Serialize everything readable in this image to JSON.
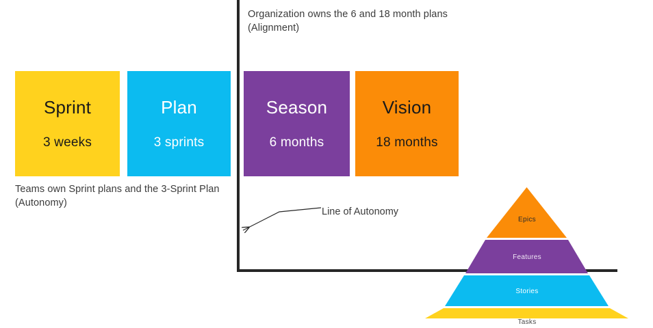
{
  "notes": {
    "alignment": "Organization owns the 6 and 18 month plans\n(Alignment)",
    "autonomy": "Teams own Sprint plans and the 3-Sprint Plan\n(Autonomy)",
    "line_of_autonomy": "Line of Autonomy"
  },
  "boxes": [
    {
      "key": "sprint",
      "title": "Sprint",
      "subtitle": "3 weeks",
      "color": "#FFD21E",
      "text_color": "#1a1a1a"
    },
    {
      "key": "plan",
      "title": "Plan",
      "subtitle": "3 sprints",
      "color": "#0CBBF0",
      "text_color": "#ffffff"
    },
    {
      "key": "season",
      "title": "Season",
      "subtitle": "6 months",
      "color": "#7B3F9D",
      "text_color": "#ffffff"
    },
    {
      "key": "vision",
      "title": "Vision",
      "subtitle": "18 months",
      "color": "#FB8C08",
      "text_color": "#1a1a1a"
    }
  ],
  "pyramid": {
    "levels": [
      {
        "key": "epics",
        "label": "Epics",
        "color": "#FB8C08"
      },
      {
        "key": "features",
        "label": "Features",
        "color": "#7B3F9D"
      },
      {
        "key": "stories",
        "label": "Stories",
        "color": "#0CBBF0"
      },
      {
        "key": "tasks",
        "label": "Tasks",
        "color": "#FFD21E"
      }
    ]
  },
  "colors": {
    "yellow": "#FFD21E",
    "cyan": "#0CBBF0",
    "purple": "#7B3F9D",
    "orange": "#FB8C08",
    "line": "#262626",
    "text": "#3b3b3b",
    "background": "#ffffff"
  }
}
